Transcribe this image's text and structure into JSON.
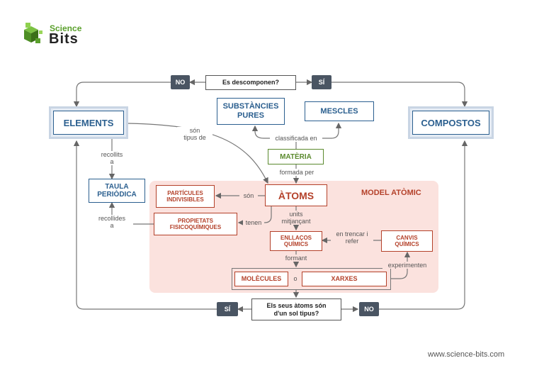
{
  "logo": {
    "science": "Science",
    "bits": "Bits"
  },
  "footer": {
    "url": "www.science-bits.com"
  },
  "nodes": {
    "question_top": "Es descomponen?",
    "no_top": "NO",
    "si_top": "SÍ",
    "elements": "ELEMENTS",
    "compostos": "COMPOSTOS",
    "substancies": "SUBSTÀNCIES\nPURES",
    "mescles": "MESCLES",
    "materia": "MATÈRIA",
    "atoms": "ÀTOMS",
    "model": "MODEL ATÒMIC",
    "taula": "TAULA\nPERIÒDICA",
    "particules": "PARTÍCULES\nINDIVISIBLES",
    "propietats": "PROPIETATS\nFISICOQUÍMIQUES",
    "enllacos": "ENLLAÇOS\nQUÍMICS",
    "canvis": "CANVIS\nQUÍMICS",
    "molecules": "MOLÈCULES",
    "xarxes": "XARXES",
    "question_bottom": "Els seus àtoms són\nd'un sol tipus?",
    "si_bottom": "SÍ",
    "no_bottom": "NO"
  },
  "labels": {
    "son_tipus": "són\ntipus de",
    "classificada": "classificada en",
    "formada": "formada per",
    "recollits": "recollits\na",
    "recollides": "recollides\na",
    "son": "són",
    "tenen": "tenen",
    "units": "units\nmitjançant",
    "trencar": "en trencar i\nrefer",
    "formant": "formant",
    "experimenten": "experimenten",
    "o": "o"
  }
}
